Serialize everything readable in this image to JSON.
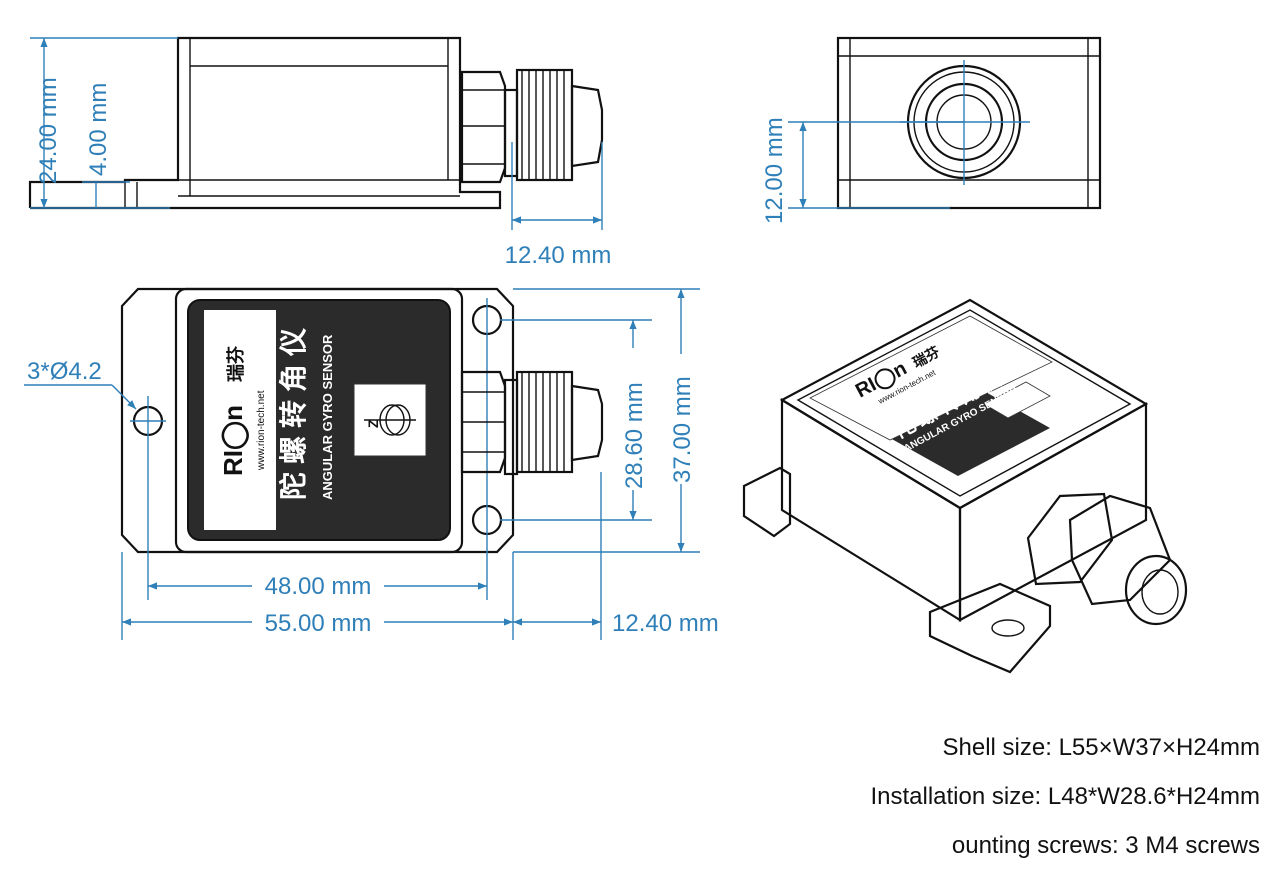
{
  "dimensions": {
    "side_height": "24.00 mm",
    "side_base_height": "4.00 mm",
    "side_gland_length": "12.40 mm",
    "end_center_height": "12.00 mm",
    "hole_callout": "3*Ø4.2",
    "hole_spacing_y": "28.60 mm",
    "body_width": "37.00 mm",
    "hole_spacing_x": "48.00 mm",
    "body_length": "55.00 mm",
    "top_gland_length": "12.40 mm"
  },
  "label": {
    "brand": "RI◯n",
    "brand_cn": "瑞芬",
    "website": "www.rion-tech.net",
    "product_cn": "陀螺转角仪",
    "product_en": "ANGULAR GYRO SENSOR",
    "axis": "Z"
  },
  "notes": [
    "Shell size: L55×W37×H24mm",
    "Installation size: L48*W28.6*H24mm",
    "ounting screws: 3 M4 screws"
  ]
}
